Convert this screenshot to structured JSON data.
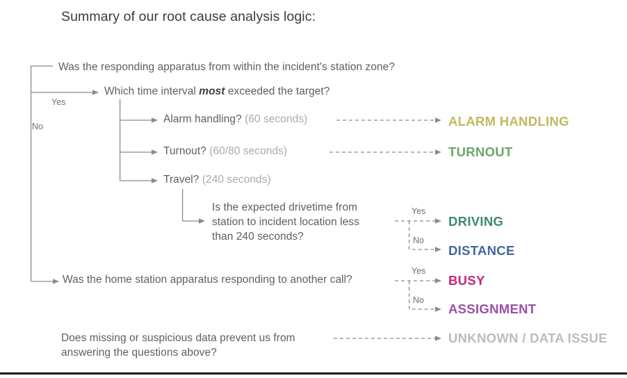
{
  "title": "Summary of our root cause analysis logic:",
  "questions": {
    "zone": {
      "text": "Was the responding apparatus from within the incident's station zone?"
    },
    "interval": {
      "pre": "Which time interval ",
      "emph": "most",
      "post": " exceeded the target?"
    },
    "alarm": {
      "text": "Alarm handling?",
      "note": "(60 seconds)"
    },
    "turnout": {
      "text": "Turnout?",
      "note": "(60/80 seconds)"
    },
    "travel": {
      "text": "Travel?",
      "note": "(240 seconds)"
    },
    "drivetime": {
      "line1": "Is the expected drivetime from",
      "line2": "station to incident location less",
      "line3": "than 240 seconds?"
    },
    "another_call": {
      "text": "Was the home station apparatus responding to another call?"
    },
    "data_issue": {
      "line1": "Does missing or suspicious data prevent us from",
      "line2": "answering the questions above?"
    }
  },
  "branch_labels": {
    "zone_yes": "Yes",
    "zone_no": "No",
    "drivetime_yes": "Yes",
    "drivetime_no": "No",
    "another_call_yes": "Yes",
    "another_call_no": "No"
  },
  "outcomes": [
    {
      "key": "alarm_handling",
      "label": "ALARM HANDLING",
      "color": "#c1b95f"
    },
    {
      "key": "turnout",
      "label": "TURNOUT",
      "color": "#6aa866"
    },
    {
      "key": "driving",
      "label": "DRIVING",
      "color": "#3d8b74"
    },
    {
      "key": "distance",
      "label": "DISTANCE",
      "color": "#44679c"
    },
    {
      "key": "busy",
      "label": "BUSY",
      "color": "#c2267f"
    },
    {
      "key": "assignment",
      "label": "ASSIGNMENT",
      "color": "#9b4ea8"
    },
    {
      "key": "unknown",
      "label": "UNKNOWN / DATA ISSUE",
      "color": "#bcbcbe"
    }
  ],
  "colors": {
    "connector": "#8a8a90",
    "dashed_connector": "#8a8a90",
    "question_text": "#5d5e64",
    "note_text": "#aaaaae",
    "title_text": "#3a3a42",
    "background": "#ffffff",
    "footer_rule": "#1b1b1b"
  }
}
